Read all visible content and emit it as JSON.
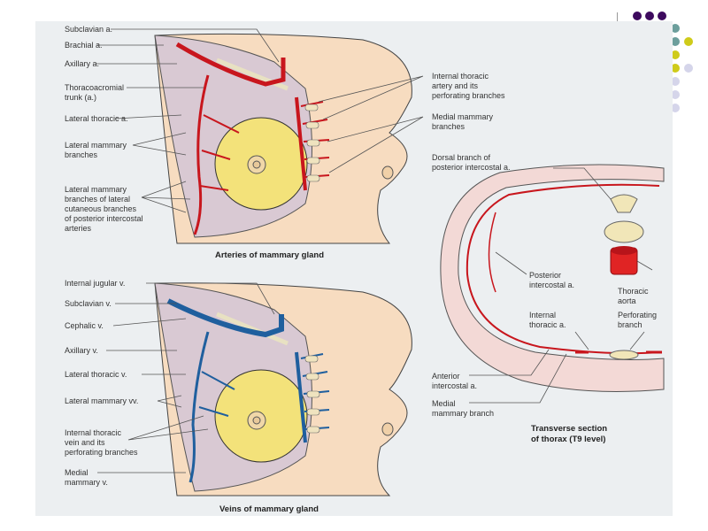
{
  "slide": {
    "decoration": {
      "dot_colors": {
        "purple": "#3d0a5e",
        "teal": "#6c9e9c",
        "yellow": "#cfcb1a",
        "lavender": "#d5d5ea"
      }
    }
  },
  "figure": {
    "arteries": {
      "caption": "Arteries of mammary gland",
      "labels_left": [
        "Subclavian a.",
        "Brachial a.",
        "Axillary a.",
        "Thoracoacromial\ntrunk (a.)",
        "Lateral thoracic a.",
        "Lateral mammary\nbranches",
        "Lateral mammary\nbranches of lateral\ncutaneous branches\nof posterior intercostal\narteries"
      ],
      "labels_right": [
        "Internal thoracic\nartery and its\nperforating branches",
        "Medial mammary\nbranches"
      ]
    },
    "veins": {
      "caption": "Veins of mammary gland",
      "labels_left": [
        "Internal jugular v.",
        "Subclavian v.",
        "Cephalic v.",
        "Axillary v.",
        "Lateral thoracic v.",
        "Lateral mammary vv.",
        "Internal thoracic\nvein and its\nperforating branches",
        "Medial\nmammary v."
      ]
    },
    "transverse": {
      "caption": "Transverse section\nof thorax (T9 level)",
      "labels": {
        "dorsal_branch": "Dorsal branch of\nposterior intercostal a.",
        "posterior_intercostal": "Posterior\nintercostal a.",
        "thoracic_aorta": "Thoracic\naorta",
        "internal_thoracic": "Internal\nthoracic a.",
        "perforating_branch": "Perforating\nbranch",
        "anterior_intercostal": "Anterior\nintercostal a.",
        "medial_mammary_branch": "Medial\nmammary branch"
      }
    },
    "colors": {
      "artery": "#c8161d",
      "vein": "#1f5f9e",
      "gland": "#f3e27a",
      "skin": "#f7dcc0",
      "muscle": "#d9c9d3",
      "plate": "#eceff1"
    }
  }
}
